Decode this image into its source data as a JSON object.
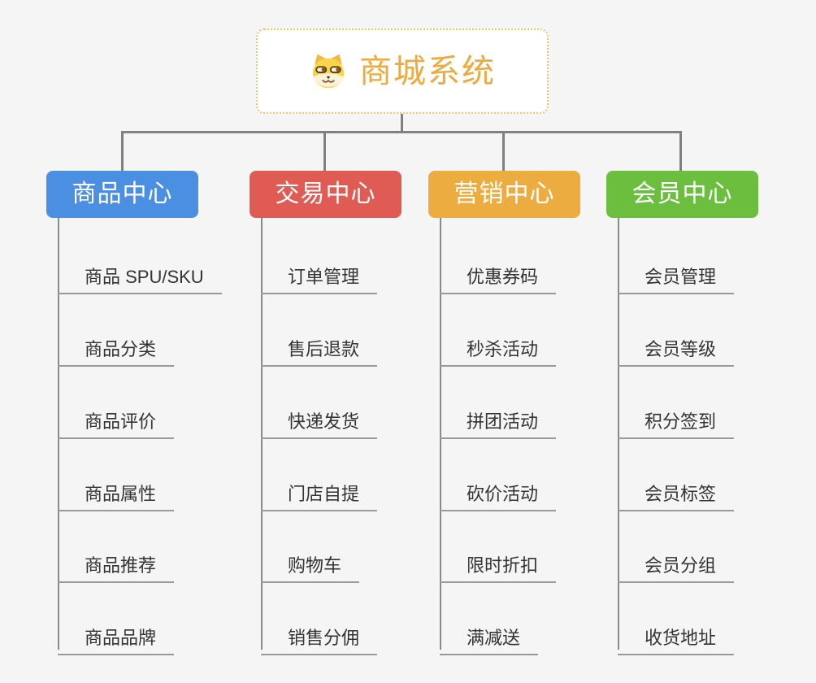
{
  "diagram": {
    "background_color": "#f5f5f5",
    "connector_color": "#808080",
    "leaf_text_color": "#333333",
    "leaf_underline_color": "#9a9a9a",
    "root": {
      "title": "商城系统",
      "icon": "dog-face-icon",
      "title_color": "#efa93e",
      "border_color": "#f3c36b"
    },
    "branches": [
      {
        "label": "商品中心",
        "color": "#4a8fe2",
        "children": [
          "商品 SPU/SKU",
          "商品分类",
          "商品评价",
          "商品属性",
          "商品推荐",
          "商品品牌"
        ]
      },
      {
        "label": "交易中心",
        "color": "#e15b55",
        "children": [
          "订单管理",
          "售后退款",
          "快递发货",
          "门店自提",
          "购物车",
          "销售分佣"
        ]
      },
      {
        "label": "营销中心",
        "color": "#edac40",
        "children": [
          "优惠券码",
          "秒杀活动",
          "拼团活动",
          "砍价活动",
          "限时折扣",
          "满减送"
        ]
      },
      {
        "label": "会员中心",
        "color": "#6cbe3f",
        "children": [
          "会员管理",
          "会员等级",
          "积分签到",
          "会员标签",
          "会员分组",
          "收货地址"
        ]
      }
    ]
  }
}
